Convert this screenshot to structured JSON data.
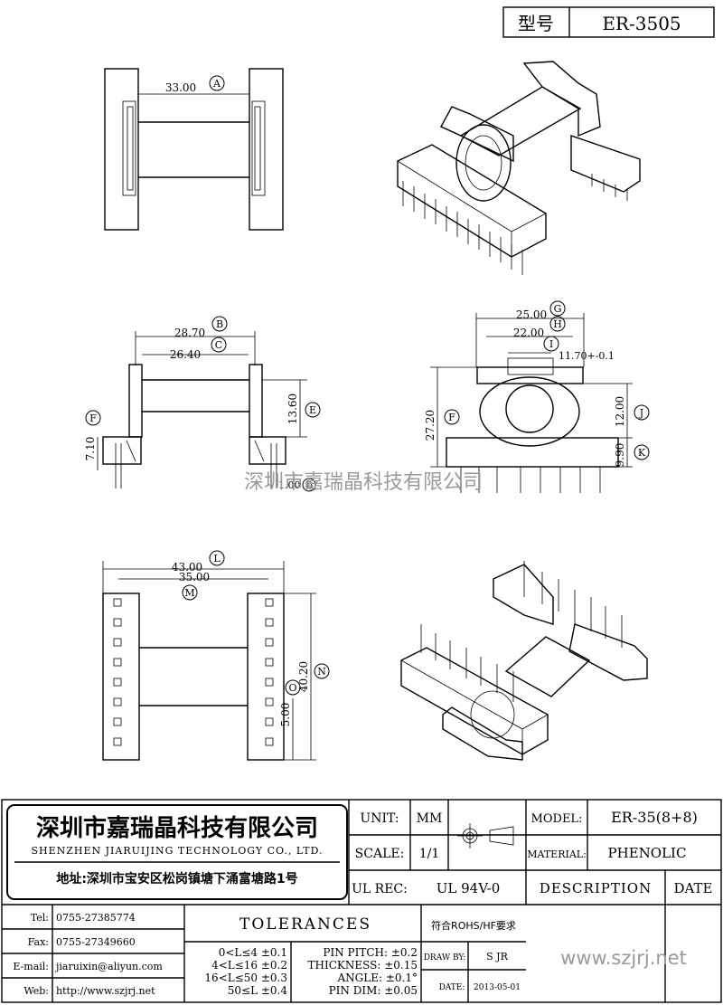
{
  "header": {
    "model_label": "型号",
    "model_value": "ER-3505"
  },
  "dims": {
    "A": "33.00",
    "B": "28.70",
    "C": "26.40",
    "E": "13.60",
    "F1": "7.10",
    "D": "1.00",
    "G": "25.00",
    "H": "22.00",
    "I": "11.70+-0.1",
    "F2": "27.20",
    "J": "12.00",
    "K": "9.90",
    "L": "43.00",
    "M": "35.00",
    "N": "40.20",
    "O": "5.00"
  },
  "labels": {
    "A": "A",
    "B": "B",
    "C": "C",
    "D": "D",
    "E": "E",
    "F": "F",
    "G": "G",
    "H": "H",
    "I": "I",
    "J": "J",
    "K": "K",
    "L": "L",
    "M": "M",
    "N": "N",
    "O": "O"
  },
  "watermark": "深圳市嘉瑞晶科技有限公司",
  "company": {
    "name_cn": "深圳市嘉瑞晶科技有限公司",
    "name_en": "SHENZHEN JIARUIJING TECHNOLOGY CO., LTD.",
    "address": "地址:深圳市宝安区松岗镇塘下涌富塘路1号"
  },
  "titleblock": {
    "unit_label": "UNIT:",
    "unit_value": "MM",
    "scale_label": "SCALE:",
    "scale_value": "1/1",
    "model_label": "MODEL:",
    "model_value": "ER-35(8+8)",
    "material_label": "MATERIAL:",
    "material_value": "PHENOLIC",
    "ulrec_label": "UL REC:",
    "ulrec_value": "UL 94V-0",
    "description_label": "DESCRIPTION",
    "date_label": "DATE",
    "rohs": "符合ROHS/HF要求",
    "drawby_label": "DRAW BY:",
    "drawby_value": "S JR",
    "date2_label": "DATE:",
    "date2_value": "2013-05-01",
    "website": "www.szjrj.net"
  },
  "contacts": {
    "tel_label": "Tel:",
    "tel_value": "0755-27385774",
    "fax_label": "Fax:",
    "fax_value": "0755-27349660",
    "email_label": "E-mail:",
    "email_value": "jiaruixin@aliyun.com",
    "web_label": "Web:",
    "web_value": "http://www.szjrj.net"
  },
  "tolerances": {
    "title": "TOLERANCES",
    "rows": [
      "0<L≤4 ±0.1",
      "4<L≤16 ±0.2",
      "16<L≤50 ±0.3",
      "50≤L ±0.4"
    ],
    "pins": [
      "PIN PITCH: ±0.2",
      "THICKNESS: ±0.15",
      "ANGLE: ±0.1°",
      "PIN DIM: ±0.05"
    ]
  }
}
